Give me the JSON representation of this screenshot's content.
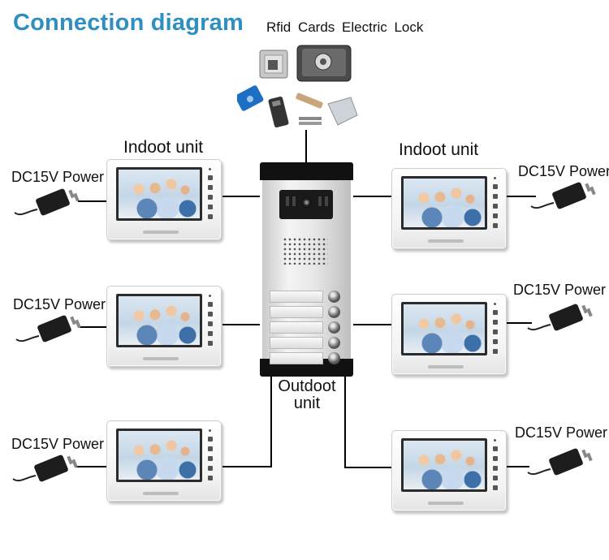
{
  "title": "Connection diagram",
  "lock_title": "Rfid  Cards  Electric Lock",
  "outdoor_unit": {
    "label_line1": "Outdoot",
    "label_line2": "unit",
    "call_buttons": 5
  },
  "indoor_labels": {
    "left": "Indoot unit",
    "right": "Indoot unit"
  },
  "power_labels": {
    "left_top": "DC15V Power",
    "left_middle": "DC15V Power",
    "left_bottom": "DC15V Power",
    "right_top": "DC15V Power",
    "right_middle": "DC15V Power",
    "right_bottom": "DC15V Power"
  },
  "colors": {
    "title": "#2e8fc0",
    "wire": "#000000",
    "text": "#111111"
  },
  "icons": {
    "monitor": "indoor-monitor-icon",
    "adapter": "power-adapter-icon",
    "lock": "electric-lock-icon",
    "card": "rfid-card-icon",
    "remote": "remote-control-icon"
  }
}
